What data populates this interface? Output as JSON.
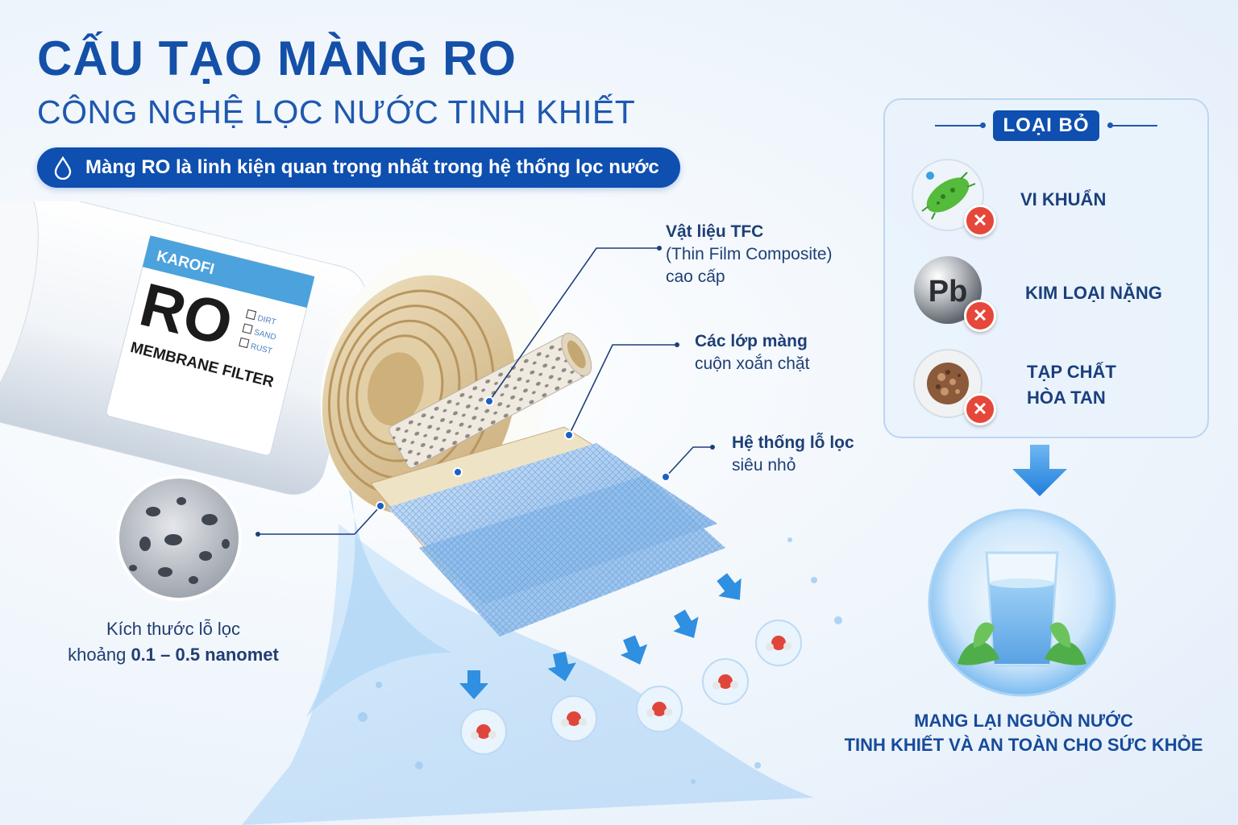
{
  "header": {
    "title": "CẤU TẠO MÀNG RO",
    "subtitle": "CÔNG NGHỆ LỌC NƯỚC TINH KHIẾT",
    "banner": "Màng RO là linh kiện quan trọng nhất trong hệ thống lọc nước",
    "banner_icon": "water-drop-icon"
  },
  "filter_label": {
    "brand": "KAROFI",
    "code": "RO",
    "name": "MEMBRANE FILTER",
    "checkboxes": [
      "DIRT",
      "SAND",
      "RUST"
    ]
  },
  "callouts": {
    "tfc": {
      "title": "Vật liệu TFC",
      "line2": "(Thin Film Composite)",
      "line3": "cao cấp"
    },
    "layers": {
      "title": "Các lớp màng",
      "line2": "cuộn xoắn chặt"
    },
    "pores": {
      "title": "Hệ thống lỗ lọc",
      "line2": "siêu nhỏ"
    }
  },
  "pore_size": {
    "line1": "Kích thước lỗ lọc",
    "line2_prefix": "khoảng ",
    "line2_value": "0.1 – 0.5 nanomet"
  },
  "removal_panel": {
    "heading": "LOẠI BỎ",
    "items": [
      {
        "icon": "bacteria-icon",
        "label": "VI KHUẨN"
      },
      {
        "icon": "lead-pb-icon",
        "icon_text": "Pb",
        "label": "KIM LOẠI NẶNG"
      },
      {
        "icon": "dissolved-impurity-icon",
        "label_line1": "TẠP CHẤT",
        "label_line2": "HÒA TAN"
      }
    ]
  },
  "result": {
    "line1": "MANG LẠI NGUỒN NƯỚC",
    "line2": "TINH KHIẾT VÀ AN TOÀN CHO SỨC KHỎE"
  },
  "colors": {
    "brand_blue": "#0e4fb0",
    "title_blue": "#1450a8",
    "reject_red": "#e5473a",
    "membrane_tan": "#d9c39a"
  }
}
